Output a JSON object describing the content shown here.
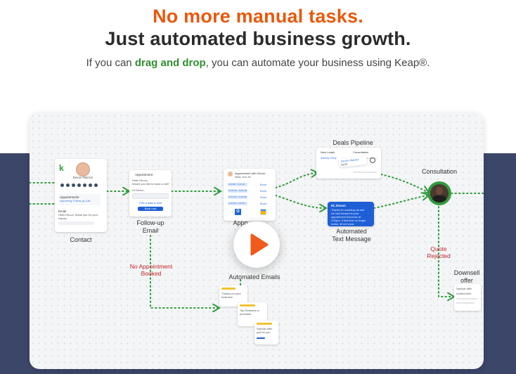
{
  "hero": {
    "headline_line1": "No more manual tasks.",
    "headline_line2": "Just automated business growth.",
    "subline_pre": "If you can ",
    "subline_highlight": "drag and drop",
    "subline_post": ", you can automate your business using Keap®."
  },
  "workflow": {
    "nodes": {
      "contact": "Contact",
      "followup_1": "Follow-up",
      "followup_2": "Email",
      "appointment": "Appo",
      "deals_pipeline": "Deals Pipeline",
      "automated_text_1": "Automated",
      "automated_text_2": "Text Message",
      "consultation": "Consultation",
      "automated_emails": "Automated Emails",
      "downsell_1": "Downsell",
      "downsell_2": "offer"
    },
    "branch_labels": {
      "no_appt_1": "No Appointment",
      "no_appt_2": "Booked",
      "quote_1": "Quote",
      "quote_2": "Rejected"
    },
    "contact_card": {
      "logo": "k",
      "name": "Devon Warren",
      "appointments_title": "Appointments",
      "appointments_link": "Upcoming: Follow-up Call",
      "email_title": "Email",
      "email_line": "Hello Devon, thank you for your inquiry"
    },
    "followup_card": {
      "title": "Appointment",
      "line1": "Hello Devon,",
      "line2": "Would you like to book a call?",
      "line3": "Hi Devon,",
      "link": "Pick a date & time",
      "button": "Book now"
    },
    "appointment_card": {
      "title": "Appointment with Devon",
      "subtitle": "Wed, Jun 15",
      "cells": [
        "9:00 AM - 9:30 AM",
        "10:00 AM - 10:30 AM",
        "11:00 AM - 11:30 AM",
        "1:00 PM - 1:30 PM"
      ],
      "action": "Book",
      "tile_outlook": "O"
    },
    "pipeline_card": {
      "col1": "New Leads",
      "col2": "Consultation",
      "chip1": "Wendy Kirby",
      "chip2": "Devon Warren",
      "chip2_sub": "$150"
    },
    "text_message": {
      "sender": "Hi, Devon",
      "body": "Thanks for reaching out and we look forward to your appointment tomorrow at 2:00pm. If that time no longer works, let me know."
    },
    "automated_emails": {
      "email1": "Thanks for your business",
      "email2": "Top Reasons to purchase",
      "email3": "Special offer just for you"
    },
    "downsell_card": {
      "line1": "Special offer",
      "line2": "Limited time"
    },
    "accent_colors": {
      "orange": "#e8590c",
      "green": "#2f9c3d",
      "red": "#c0272d",
      "blue": "#1f5fd6",
      "navy": "#3c4669"
    },
    "icons": [
      "play-icon",
      "keap-logo",
      "outlook-icon",
      "google-calendar-icon",
      "arrow-icon"
    ]
  }
}
